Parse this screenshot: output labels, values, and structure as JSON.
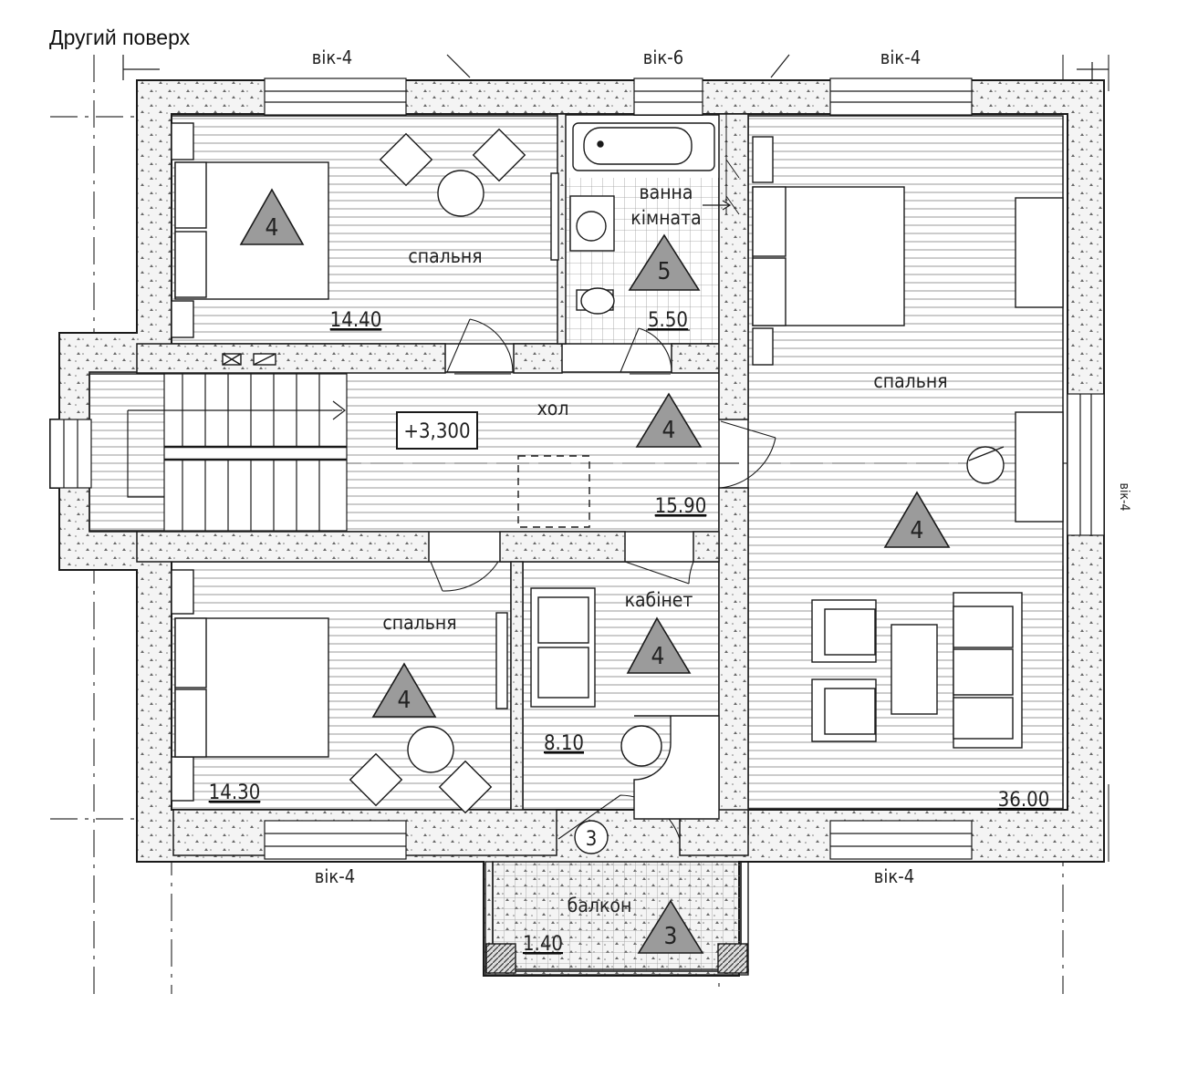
{
  "title": "Другий поверх",
  "windows": {
    "top_left": "вік-4",
    "top_middle": "вік-6",
    "top_right": "вік-4",
    "bottom_left": "вік-4",
    "bottom_right": "вік-4",
    "right_side": "вік-4"
  },
  "rooms": [
    {
      "id": "bedroom-nw",
      "name": "спальня",
      "area": "14.40",
      "finish": "4"
    },
    {
      "id": "bathroom",
      "name_line1": "ванна",
      "name_line2": "кімната",
      "area": "5.50",
      "finish": "5"
    },
    {
      "id": "bedroom-e",
      "name": "спальня",
      "area": "36.00",
      "finish": "4"
    },
    {
      "id": "hall",
      "name": "хол",
      "area": "15.90",
      "finish": "4",
      "level": "+3,300"
    },
    {
      "id": "bedroom-sw",
      "name": "спальня",
      "area": "14.30",
      "finish": "4"
    },
    {
      "id": "study",
      "name": "кабінет",
      "area": "8.10",
      "finish": "4"
    },
    {
      "id": "balcony",
      "name": "балкон",
      "area": "1.40",
      "finish": "3",
      "door_mark": "3"
    }
  ],
  "colors": {
    "wall_fill": "#f2f2f2",
    "line": "#1a1a1a",
    "marker": "#9b9b9b",
    "hatch": "#9a9a9a"
  }
}
